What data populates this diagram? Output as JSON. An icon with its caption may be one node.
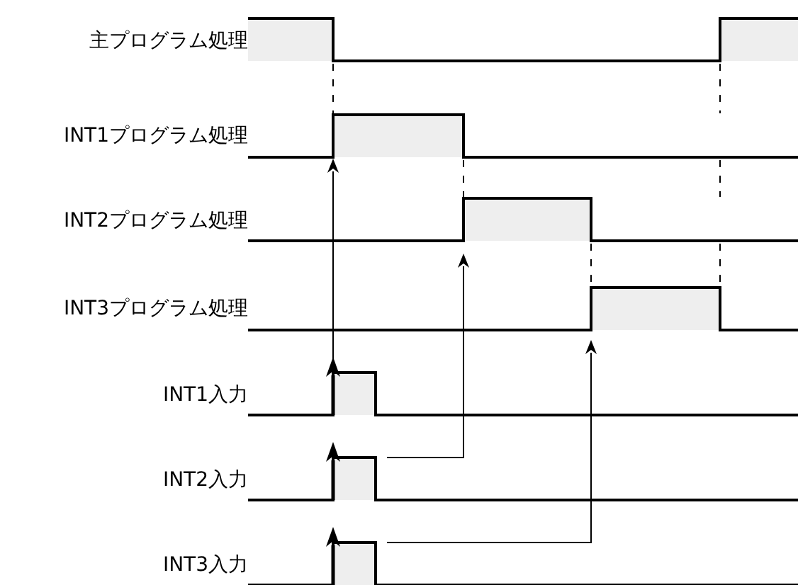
{
  "diagram": {
    "labels": [
      "主プログラム処理",
      "INT1プログラム処理",
      "INT2プログラム処理",
      "INT3プログラム処理",
      "INT1入力",
      "INT2入力",
      "INT3入力"
    ]
  }
}
